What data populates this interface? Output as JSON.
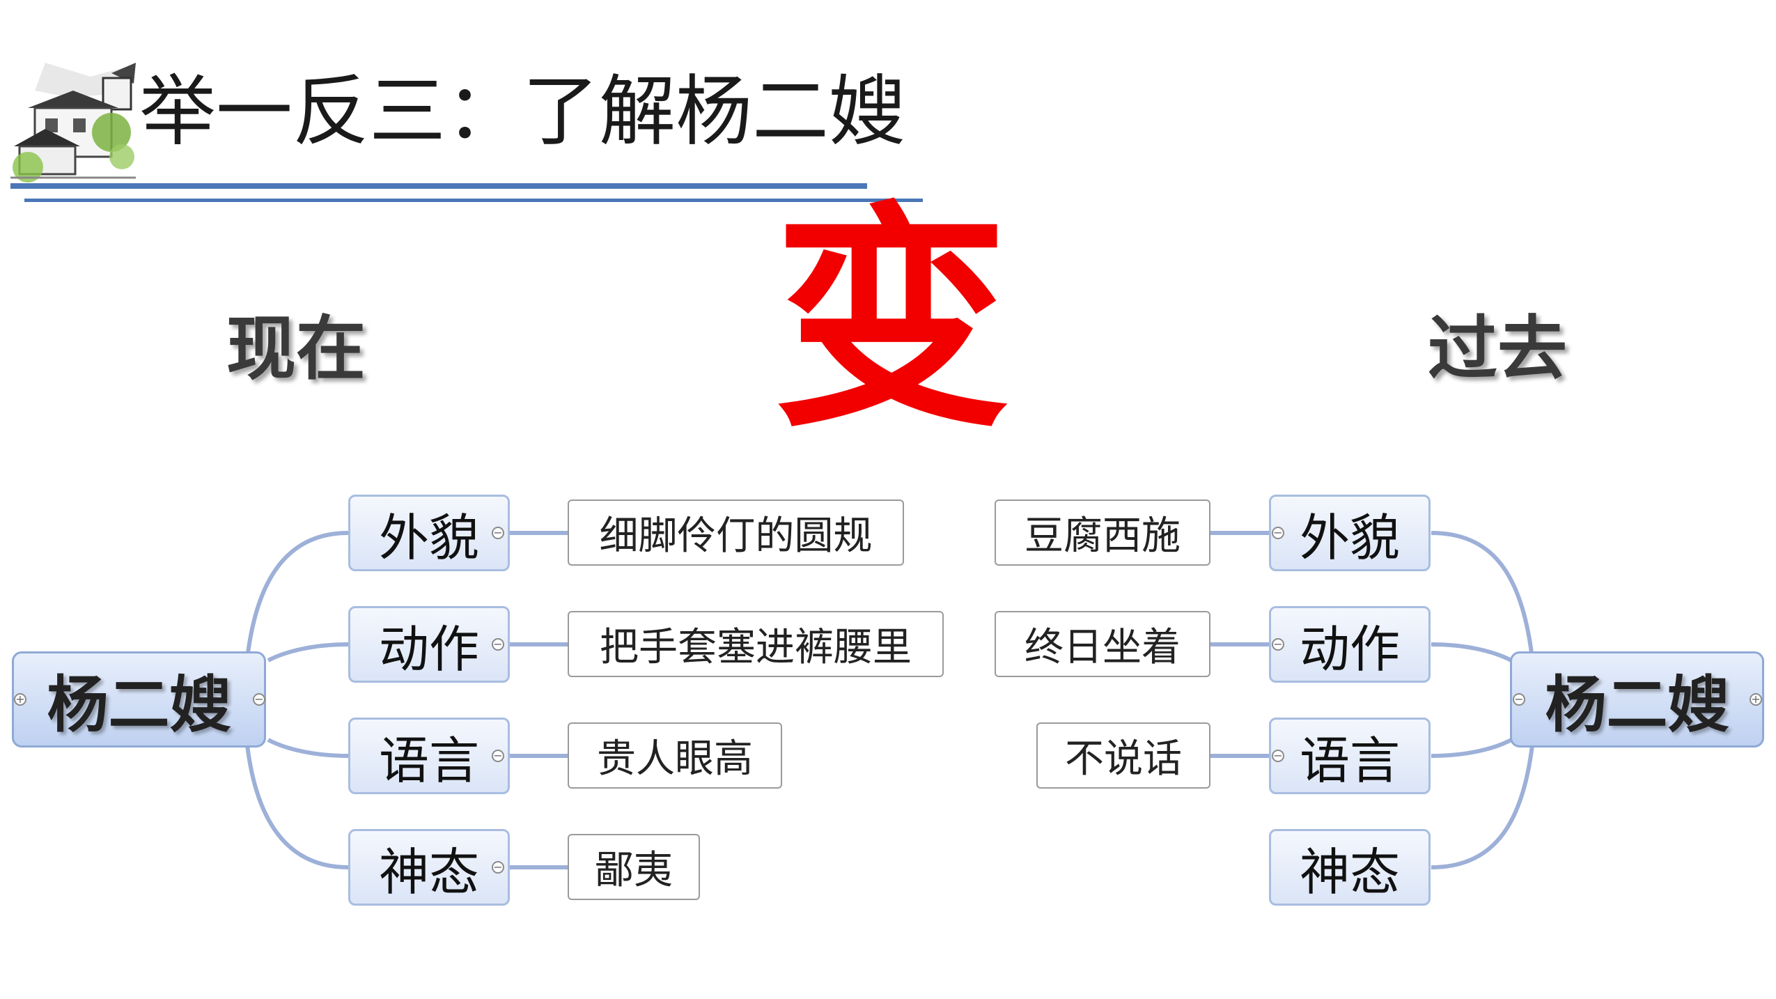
{
  "header": {
    "title": "举一反三：了解杨二嫂"
  },
  "center_char": "变",
  "left": {
    "label": "现在",
    "root": "杨二嫂",
    "branches": [
      {
        "label": "外貌",
        "leaf": "细脚伶仃的圆规"
      },
      {
        "label": "动作",
        "leaf": "把手套塞进裤腰里"
      },
      {
        "label": "语言",
        "leaf": "贵人眼高"
      },
      {
        "label": "神态",
        "leaf": "鄙夷"
      }
    ]
  },
  "right": {
    "label": "过去",
    "root": "杨二嫂",
    "branches": [
      {
        "label": "外貌",
        "leaf": "豆腐西施"
      },
      {
        "label": "动作",
        "leaf": "终日坐着"
      },
      {
        "label": "语言",
        "leaf": "不说话"
      },
      {
        "label": "神态",
        "leaf": ""
      }
    ]
  },
  "colors": {
    "accent_red": "#f20000",
    "rule_blue": "#4b77b8",
    "node_blue": "#bfd1f1",
    "connector": "#9db0d8"
  },
  "icons": {
    "logo": "ink-painting-village-icon",
    "expand": "plus-circle-icon",
    "collapse": "minus-circle-icon"
  }
}
